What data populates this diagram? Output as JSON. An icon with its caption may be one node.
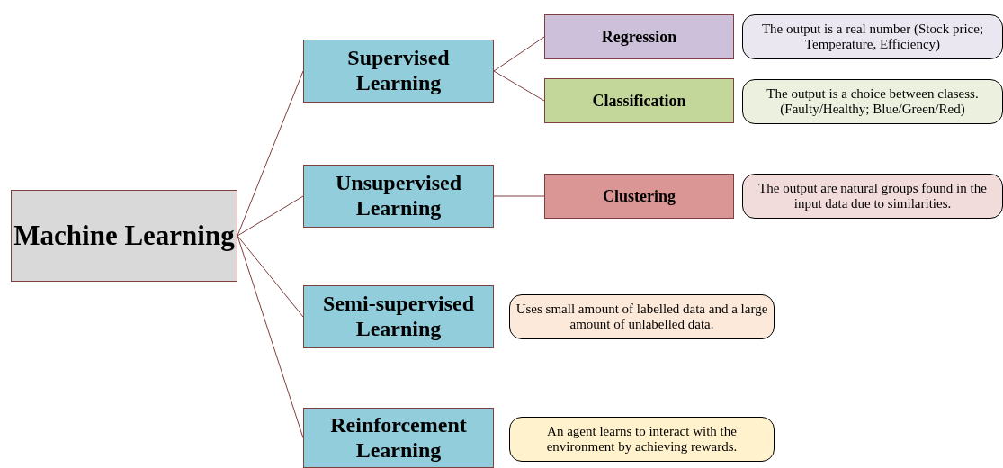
{
  "diagram": {
    "nodes": [
      {
        "text": [
          "Machine Learning"
        ]
      },
      {
        "text": [
          "Supervised Learning"
        ]
      },
      {
        "text": [
          "Regression"
        ]
      },
      {
        "text": [
          "The output is a real number (Stock price; Temperature, Efficiency)"
        ]
      },
      {
        "text": [
          "Classification"
        ]
      },
      {
        "text": [
          "The output is a choice between clasess. (Faulty/Healthy; Blue/Green/Red)"
        ]
      },
      {
        "text": [
          "Unsupervised Learning"
        ]
      },
      {
        "text": [
          "Clustering"
        ]
      },
      {
        "text": [
          "The output are natural groups found in the input data due to similarities."
        ]
      },
      {
        "text": [
          "Semi-supervised Learning"
        ]
      },
      {
        "text": [
          "Uses small amount of labelled data and a large amount of unlabelled data."
        ]
      },
      {
        "text": [
          "Reinforcement Learning"
        ]
      },
      {
        "text": [
          "An agent learns to interact with the environment by achieving rewards."
        ]
      }
    ],
    "edges": [
      {
        "from": 0,
        "to": 1,
        "arrow": "none"
      },
      {
        "from": 0,
        "to": 6,
        "arrow": "none"
      },
      {
        "from": 0,
        "to": 9,
        "arrow": "none"
      },
      {
        "from": 0,
        "to": 11,
        "arrow": "none"
      },
      {
        "from": 1,
        "to": 2,
        "arrow": "none"
      },
      {
        "from": 1,
        "to": 4,
        "arrow": "none"
      },
      {
        "from": 6,
        "to": 7,
        "arrow": "none"
      }
    ]
  }
}
